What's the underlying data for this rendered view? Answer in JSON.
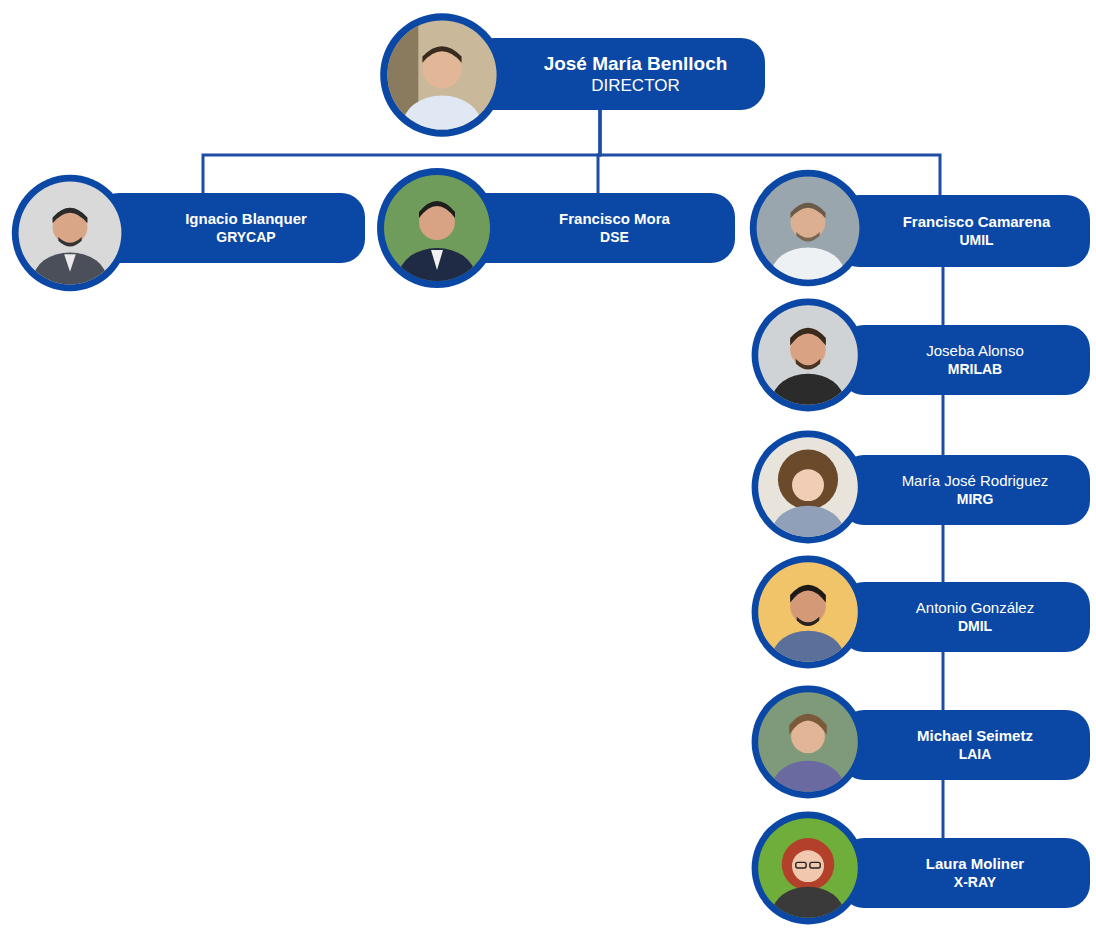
{
  "diagram": {
    "nodes": [
      {
        "text": [
          "José María Benlloch",
          "DIRECTOR"
        ]
      },
      {
        "text": [
          "Ignacio Blanquer",
          "GRYCAP"
        ]
      },
      {
        "text": [
          "Francisco Mora",
          "DSE"
        ]
      },
      {
        "text": [
          "Francisco Camarena",
          "UMIL"
        ]
      },
      {
        "text": [
          "Joseba Alonso",
          "MRILAB"
        ]
      },
      {
        "text": [
          "María José Rodriguez",
          "MIRG"
        ]
      },
      {
        "text": [
          "Antonio González",
          "DMIL"
        ]
      },
      {
        "text": [
          "Michael Seimetz",
          "LAIA"
        ]
      },
      {
        "text": [
          "Laura Moliner",
          "X-RAY"
        ]
      }
    ],
    "edges": [
      {
        "from": 0,
        "to": 1,
        "arrow": "none"
      },
      {
        "from": 0,
        "to": 2,
        "arrow": "none"
      },
      {
        "from": 0,
        "to": 3,
        "arrow": "none"
      },
      {
        "from": 3,
        "to": 4,
        "arrow": "none"
      },
      {
        "from": 4,
        "to": 5,
        "arrow": "none"
      },
      {
        "from": 5,
        "to": 6,
        "arrow": "none"
      },
      {
        "from": 6,
        "to": 7,
        "arrow": "none"
      },
      {
        "from": 7,
        "to": 8,
        "arrow": "none"
      }
    ]
  }
}
